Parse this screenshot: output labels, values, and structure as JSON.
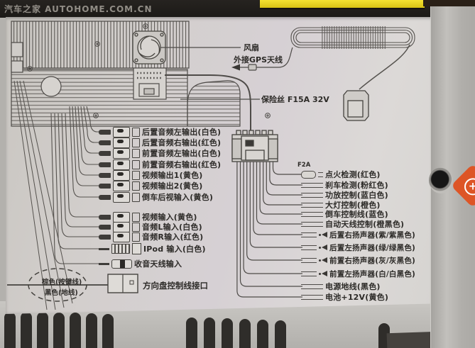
{
  "watermark": "汽车之家 AUTOHOME.COM.CN",
  "photo_ui": {
    "plus_glyph": "+"
  },
  "unit_labels": {
    "fan": "风扇",
    "gps_antenna": "外接GPS天线",
    "fuse": "保险丝 F15A 32V",
    "inline_fuse": "F2A",
    "steering": "方向盘控制线接口",
    "wire_note_brown": "棕色(按键线)",
    "wire_note_black": "黑色(地线)"
  },
  "left_connectors": [
    {
      "label": "后置音频左输出(白色)",
      "type": "rca"
    },
    {
      "label": "后置音频右输出(红色)",
      "type": "rca"
    },
    {
      "label": "前置音频左输出(白色)",
      "type": "rca"
    },
    {
      "label": "前置音频右输出(红色)",
      "type": "rca"
    },
    {
      "label": "视频输出1(黄色)",
      "type": "rca"
    },
    {
      "label": "视频输出2(黄色)",
      "type": "rca"
    },
    {
      "label": "倒车后视输入(黄色)",
      "type": "rca"
    },
    {
      "label": "视频输入(黄色)",
      "type": "rca"
    },
    {
      "label": "音频L输入(白色)",
      "type": "rca"
    },
    {
      "label": "音频R输入(红色)",
      "type": "rca"
    },
    {
      "label": "IPod 输入(白色)",
      "type": "usb"
    },
    {
      "label": "收音天线输入",
      "type": "antenna"
    }
  ],
  "harness_wires": [
    {
      "label": "点火检测(红色)",
      "speaker": false,
      "fuse": "F2A"
    },
    {
      "label": "刹车检测(粉红色)",
      "speaker": false
    },
    {
      "label": "功放控制(蓝白色)",
      "speaker": false
    },
    {
      "label": "大灯控制(橙色)",
      "speaker": false
    },
    {
      "label": "倒车控制线(蓝色)",
      "speaker": false
    },
    {
      "label": "自动天线控制(橙黑色)",
      "speaker": false
    },
    {
      "label": "后置右扬声器(紫/紫黑色)",
      "speaker": true
    },
    {
      "label": "后置左扬声器(绿/绿黑色)",
      "speaker": true
    },
    {
      "label": "前置右扬声器(灰/灰黑色)",
      "speaker": true
    },
    {
      "label": "前置左扬声器(白/白黑色)",
      "speaker": true
    },
    {
      "label": "电源地线(黑色)",
      "speaker": false
    },
    {
      "label": "电池+12V(黄色)",
      "speaker": false
    }
  ],
  "colors": {
    "sticker_bg": "#d4d0ce",
    "line": "#4e4b48",
    "yellow_strip": "#eeda25",
    "badge_orange": "#dd5526",
    "metal": "#b3b1ad",
    "topbar": "#1e1b18"
  }
}
